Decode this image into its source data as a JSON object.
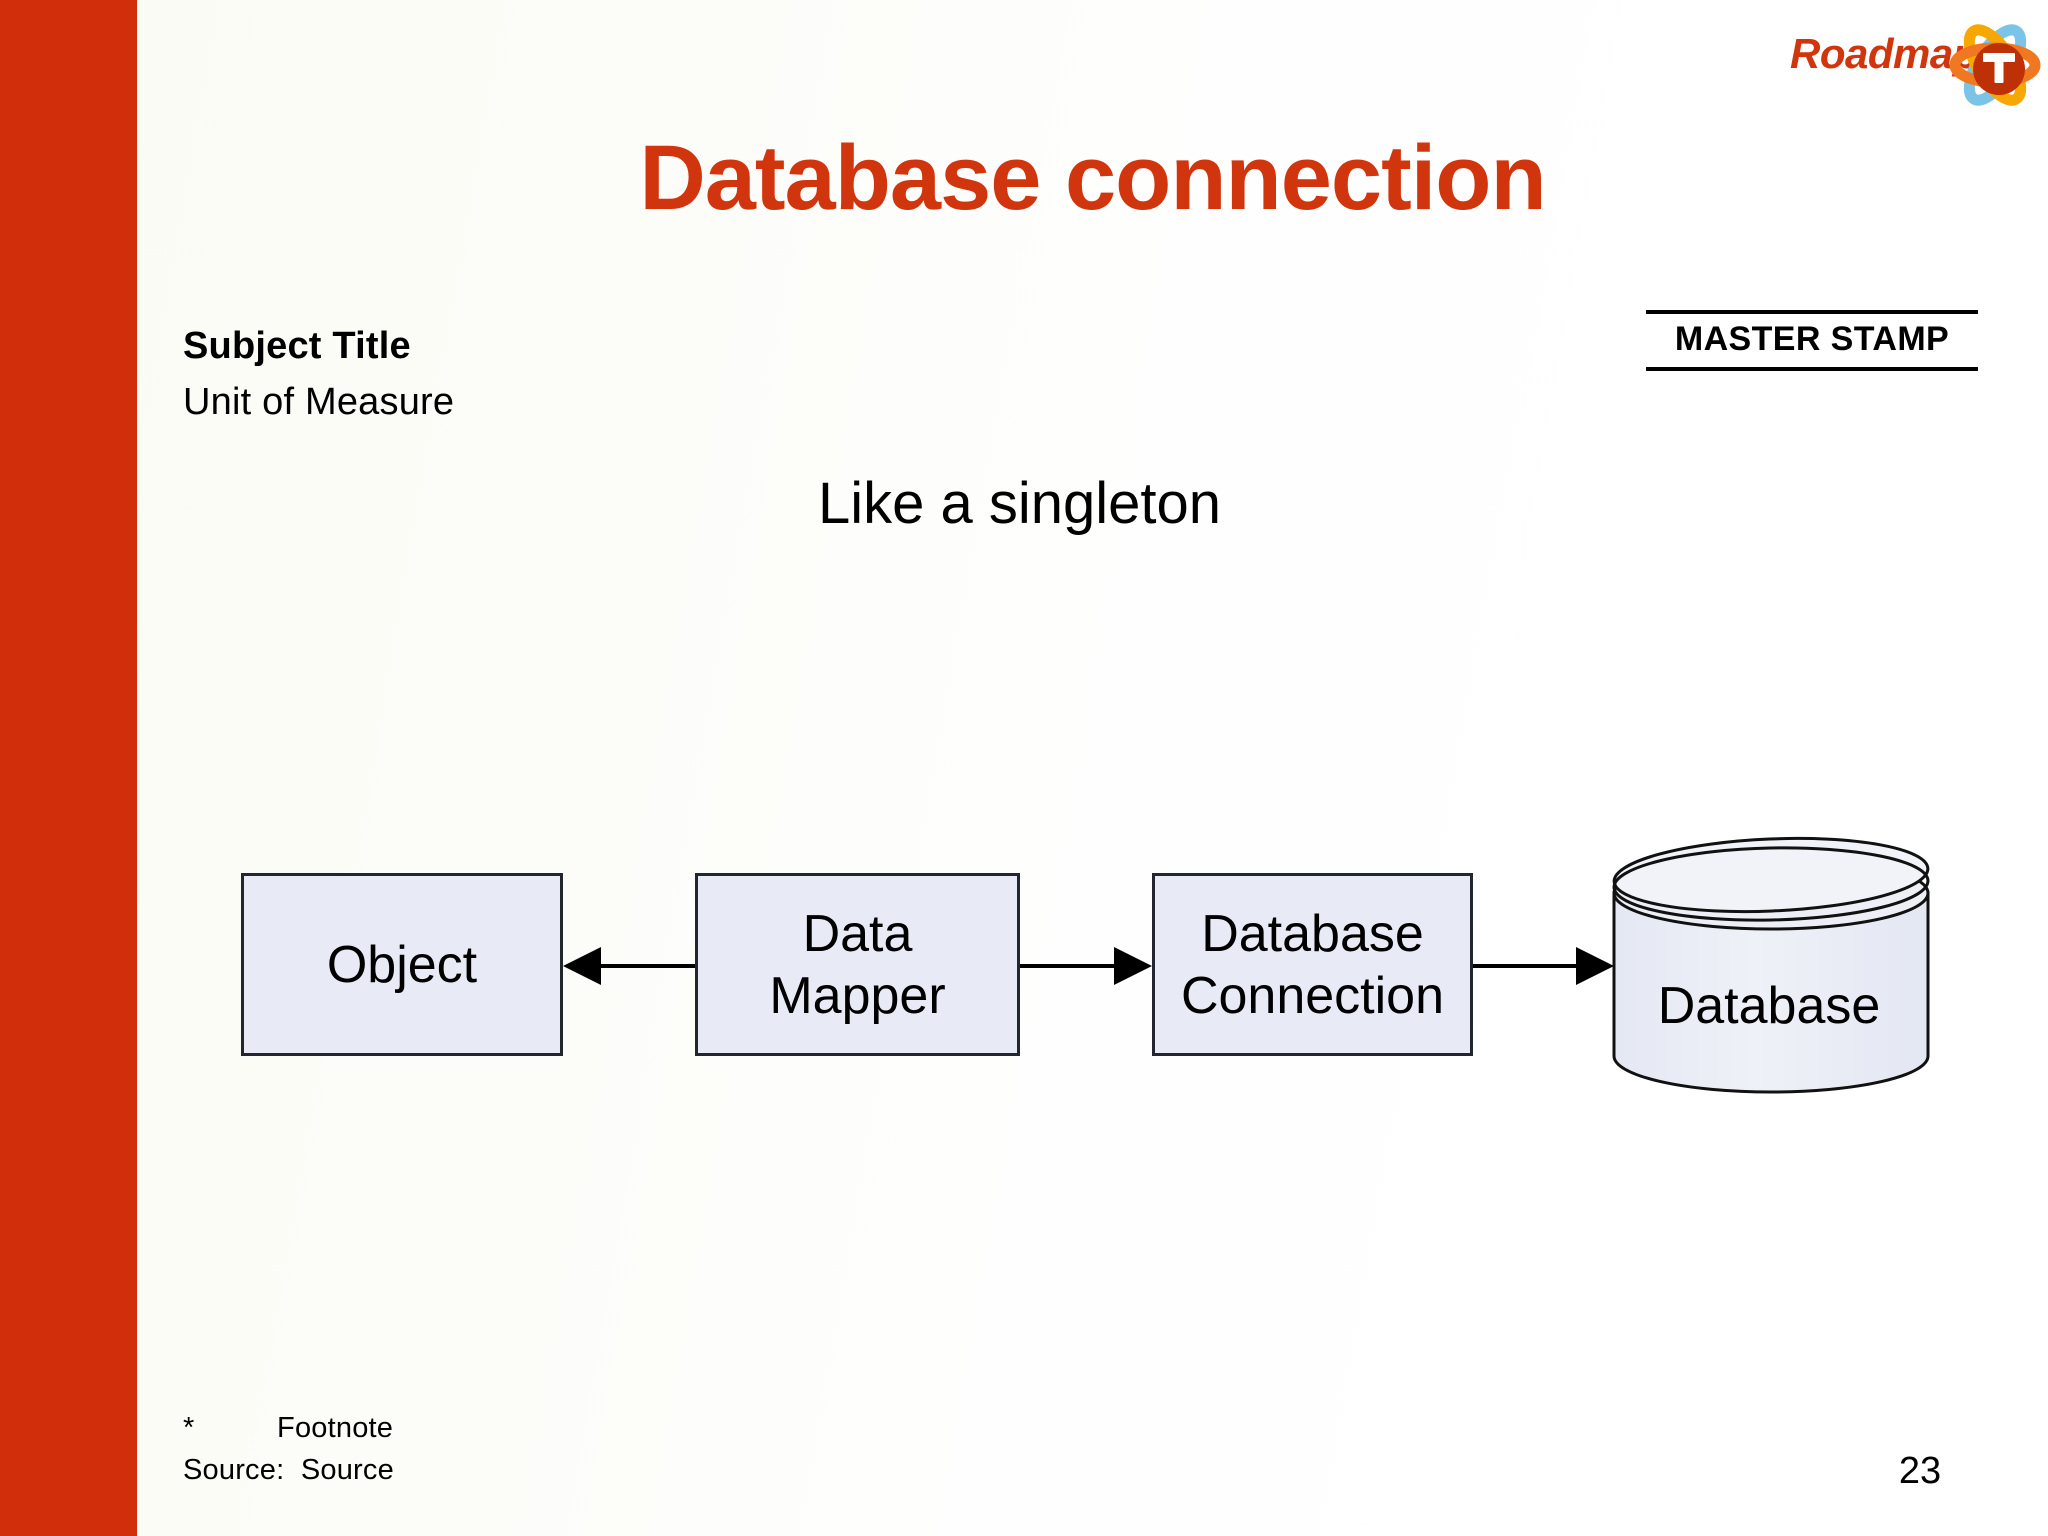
{
  "slide": {
    "title": "Database connection",
    "page_number": "23",
    "accent_color": "#D1350E",
    "sidebar_color": "#D12F0B",
    "node_fill_color": "#E8EBF5",
    "node_stroke_color": "#22262E"
  },
  "logo": {
    "text": "Roadmap",
    "mark_letter": "T"
  },
  "subject": {
    "title": "Subject Title",
    "unit": "Unit of Measure"
  },
  "master_stamp": {
    "label": "MASTER STAMP"
  },
  "body": {
    "heading": "Like a singleton"
  },
  "diagram": {
    "type": "flow",
    "nodes": [
      {
        "id": "object",
        "label": "Object",
        "shape": "rectangle"
      },
      {
        "id": "mapper",
        "label": "Data\nMapper",
        "shape": "rectangle"
      },
      {
        "id": "dbconn",
        "label": "Database\nConnection",
        "shape": "rectangle"
      },
      {
        "id": "database",
        "label": "Database",
        "shape": "cylinder"
      }
    ],
    "edges": [
      {
        "from": "mapper",
        "to": "object",
        "direction": "left",
        "style": "solid-arrow"
      },
      {
        "from": "mapper",
        "to": "dbconn",
        "direction": "right",
        "style": "solid-arrow"
      },
      {
        "from": "dbconn",
        "to": "database",
        "direction": "right",
        "style": "solid-arrow"
      }
    ]
  },
  "footer": {
    "footnote": "*          Footnote",
    "source": "Source:  Source"
  }
}
